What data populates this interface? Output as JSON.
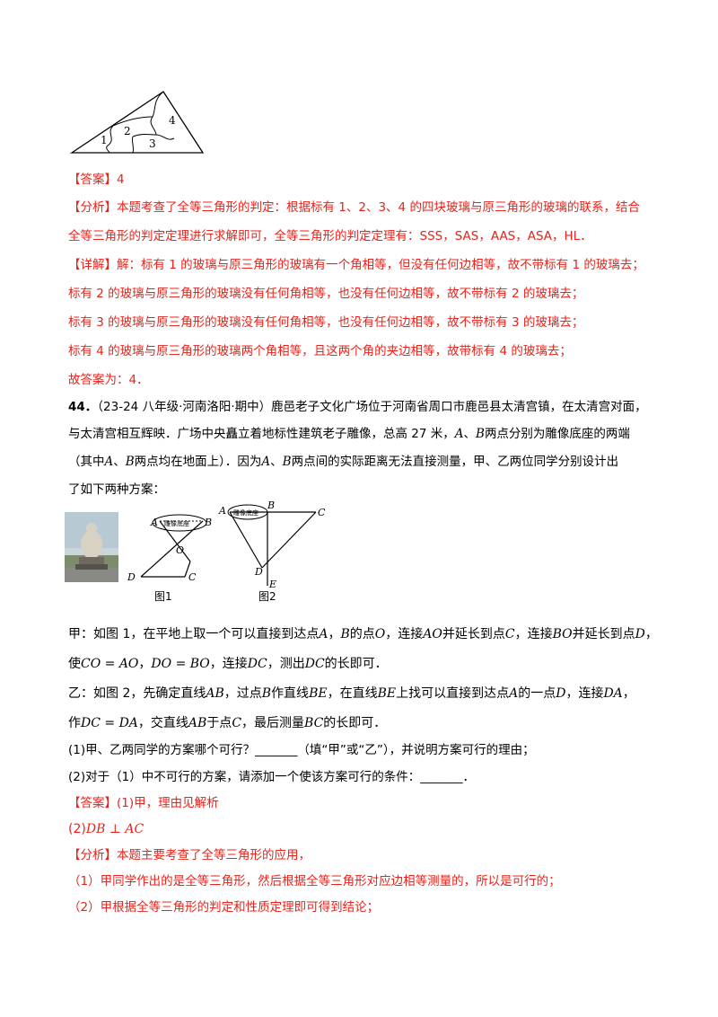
{
  "top_figure": {
    "labels": [
      "1",
      "2",
      "3",
      "4"
    ]
  },
  "answer1": {
    "tag": "【答案】",
    "text": "4"
  },
  "analysis1": {
    "tag": "【分析】",
    "line1": "本题考查了全等三角形的判定：根据标有 1、2、3、4 的四块玻璃与原三角形的玻璃的联系，结合",
    "line2": "全等三角形的判定定理进行求解即可，全等三角形的判定定理有：SSS，SAS，AAS，ASA，HL．"
  },
  "detail1": {
    "tag": "【详解】",
    "line1": "解：标有 1 的玻璃与原三角形的玻璃有一个角相等，但没有任何边相等，故不带标有 1 的玻璃去；",
    "line2": "标有 2 的玻璃与原三角形的玻璃没有任何角相等，也没有任何边相等，故不带标有 2 的玻璃去；",
    "line3": "标有 3 的玻璃与原三角形的玻璃没有任何角相等，也没有任何边相等，故不带标有 3 的玻璃去；",
    "line4": "标有 4 的玻璃与原三角形的玻璃两个角相等，且这两个角的夹边相等，故带标有 4 的玻璃去；",
    "line5": "故答案为：4．"
  },
  "q44": {
    "number": "44．",
    "source": "（23-24 八年级·河南洛阳·期中）",
    "line1": "鹿邑老子文化广场位于河南省周口市鹿邑县太清宫镇，在太清宫对面，",
    "line2": "与太清宫相互辉映．广场中央矗立着地标性建筑老子雕像，总高 27 米，",
    "line2b": "A",
    "line2c": "、",
    "line2d": "B",
    "line2e": "两点分别为雕像底座的两端",
    "line3a": "（其中",
    "line3b": "A",
    "line3c": "、",
    "line3d": "B",
    "line3e": "两点均在地面上）．因为",
    "line3f": "A",
    "line3g": "、",
    "line3h": "B",
    "line3i": "两点间的实际距离无法直接测量，甲、乙两位同学分别设计出",
    "line4": "了如下两种方案：",
    "fig1_caption": "图1",
    "fig2_caption": "图2",
    "fig1_labels": {
      "A": "A",
      "B": "B",
      "O": "O",
      "D": "D",
      "C": "C",
      "base": "雕像底座"
    },
    "fig2_labels": {
      "A": "A",
      "B": "B",
      "C": "C",
      "D": "D",
      "E": "E",
      "base": "雕像底座"
    },
    "jia_1a": "甲：如图 1，在平地上取一个可以直接到达点",
    "jia_1b": "A",
    "jia_1c": "，",
    "jia_1d": "B",
    "jia_1e": "的点",
    "jia_1f": "O",
    "jia_1g": "，连接",
    "jia_1h": "AO",
    "jia_1i": "并延长到点",
    "jia_1j": "C",
    "jia_1k": "，连接",
    "jia_1l": "BO",
    "jia_1m": "并延长到点",
    "jia_1n": "D",
    "jia_1o": "，",
    "jia_2a": "使",
    "jia_2b": "CO = AO",
    "jia_2c": "，",
    "jia_2d": "DO = BO",
    "jia_2e": "，连接",
    "jia_2f": "DC",
    "jia_2g": "，测出",
    "jia_2h": "DC",
    "jia_2i": "的长即可．",
    "yi_1a": "乙：如图 2，先确定直线",
    "yi_1b": "AB",
    "yi_1c": "，过点",
    "yi_1d": "B",
    "yi_1e": "作直线",
    "yi_1f": "BE",
    "yi_1g": "，在直线",
    "yi_1h": "BE",
    "yi_1i": "上找可以直接到达点",
    "yi_1j": "A",
    "yi_1k": "的一点",
    "yi_1l": "D",
    "yi_1m": "，连接",
    "yi_1n": "DA",
    "yi_1o": "，",
    "yi_2a": "作",
    "yi_2b": "DC = DA",
    "yi_2c": "，交直线",
    "yi_2d": "AB",
    "yi_2e": "于点",
    "yi_2f": "C",
    "yi_2g": "，最后测量",
    "yi_2h": "BC",
    "yi_2i": "的长即可．",
    "sub1": "(1)甲、乙两同学的方案哪个可行？_______（填“甲”或“乙”），并说明方案可行的理由；",
    "sub2": "(2)对于（1）中不可行的方案，请添加一个使该方案可行的条件：_______．"
  },
  "answer44": {
    "tag": "【答案】",
    "line1": "(1)甲，理由见解析",
    "line2a": "(2)",
    "line2b": "DB ⊥ AC"
  },
  "analysis44": {
    "tag": "【分析】",
    "line1": "本题主要考查了全等三角形的应用，",
    "line2": "（1）甲同学作出的是全等三角形，然后根据全等三角形对应边相等测量的，所以是可行的；",
    "line3": "（2）甲根据全等三角形的判定和性质定理即可得到结论；"
  }
}
